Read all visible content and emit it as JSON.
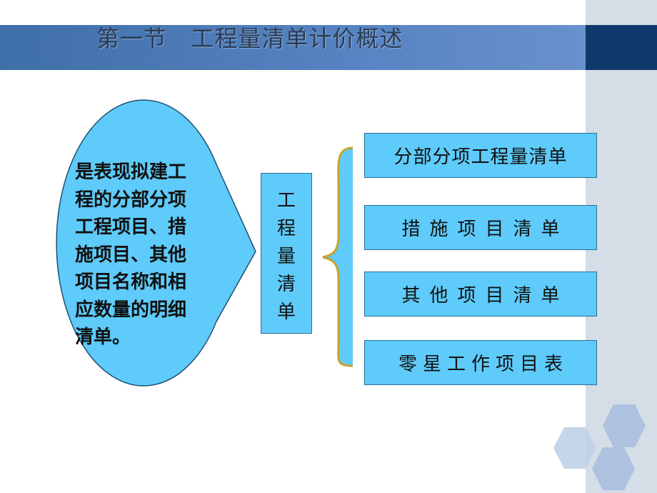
{
  "slide": {
    "title": "第一节   工程量清单计价概述",
    "bubble_text": "是表现拟建工程的分部分项工程项目、措施项目、其他项目名称和相应数量的明细清单。",
    "center_box_text": "工程量清单",
    "items": [
      {
        "label": "分部分项工程量清单"
      },
      {
        "label": "措施项目清单"
      },
      {
        "label": "其他项目清单"
      },
      {
        "label": "零星工作项目表"
      }
    ],
    "decor": {
      "right_panel": "light-gray-blue",
      "hexagons": "light-blue hexagon cluster"
    },
    "colors": {
      "title_bar": "#5684c2",
      "title_dark_block": "#0d3a6b",
      "box_fill": "#5ecbfa",
      "brace": "#c9a227",
      "hexagon": "#a9bfde"
    }
  }
}
